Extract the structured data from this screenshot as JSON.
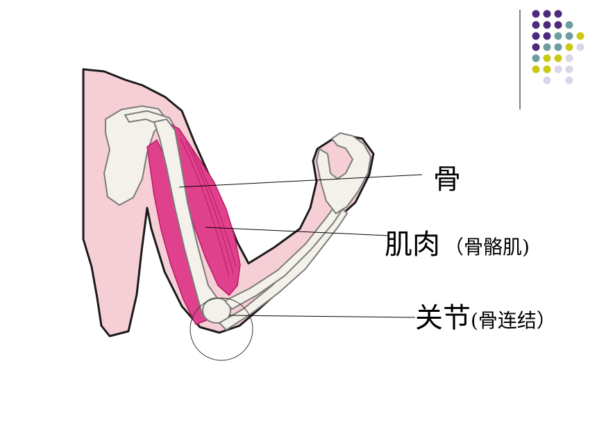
{
  "labels": {
    "bone": "骨",
    "muscle": "肌肉",
    "muscle_note": "（骨骼肌)",
    "joint": "关节",
    "joint_note": "(骨连结）"
  },
  "colors": {
    "skin": "#f6cfd6",
    "skin_outline": "#1a1a1a",
    "muscle": "#e0418d",
    "muscle_dark": "#b81a66",
    "bone": "#f3f1ea",
    "bone_outline": "#7a7a7a",
    "purple": "#4b2a7b",
    "teal": "#6c9ea0",
    "yellow": "#c9c915",
    "lavender": "#d9d6ea",
    "divider": "#555555"
  },
  "decoration_dot_grid": [
    [
      "purple",
      "purple",
      "purple",
      null
    ],
    [
      "purple",
      "purple",
      "purple",
      "teal"
    ],
    [
      "purple",
      "purple",
      "teal",
      "teal",
      "yellow"
    ],
    [
      "purple",
      "teal",
      "teal",
      "yellow",
      "lavender"
    ],
    [
      "teal",
      "yellow",
      "yellow",
      "lavender"
    ],
    [
      "yellow",
      "yellow",
      "lavender",
      "lavender"
    ],
    [
      null,
      "lavender",
      null,
      "lavender"
    ]
  ]
}
